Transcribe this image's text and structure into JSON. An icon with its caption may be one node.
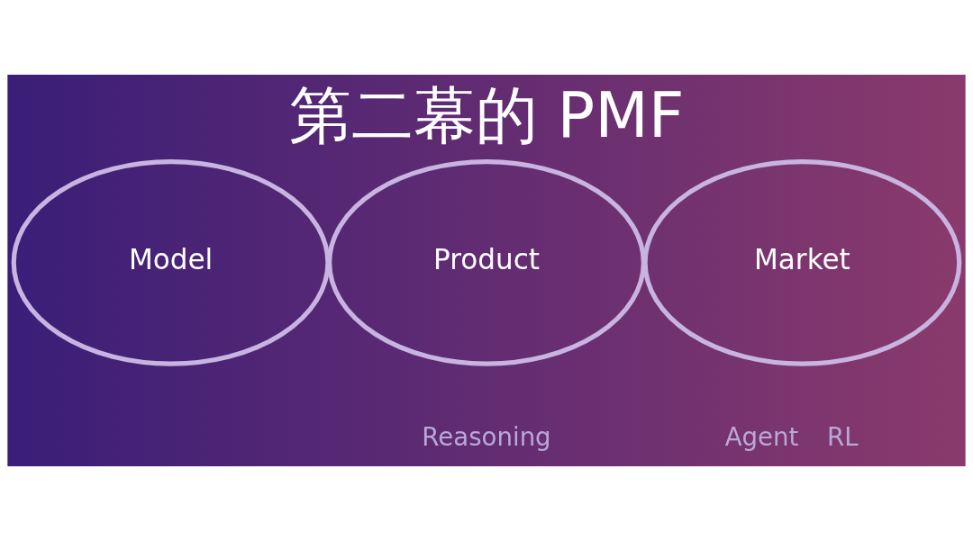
{
  "diagram": {
    "title": "第二幕的 PMF",
    "nodes": [
      {
        "text": [
          "Model"
        ]
      },
      {
        "text": [
          "Product"
        ]
      },
      {
        "text": [
          "Market"
        ]
      }
    ],
    "labels": [
      "Reasoning",
      "Agent",
      "RL"
    ]
  }
}
